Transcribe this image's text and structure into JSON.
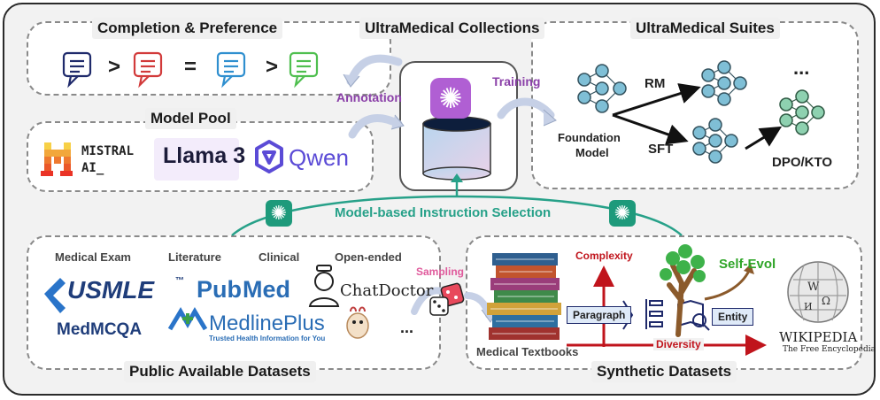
{
  "colors": {
    "purple": "#8a3fa8",
    "teal": "#27a189",
    "red": "#c0141c",
    "pink": "#e05a9c",
    "green": "#2fa528"
  },
  "top": {
    "completion_title": "Completion & Preference",
    "collections_title": "UltraMedical Collections",
    "suites_title": "UltraMedical Suites",
    "gt": ">",
    "eq": "=",
    "annotation": "Annotation",
    "training": "Training"
  },
  "model_pool": {
    "title": "Model Pool",
    "mistral_line1": "MISTRAL",
    "mistral_line2": "AI_",
    "llama": "Llama 3",
    "qwen": "Qwen"
  },
  "suites": {
    "rm": "RM",
    "ellipsis": "...",
    "foundation_line1": "Foundation",
    "foundation_line2": "Model",
    "sft": "SFT",
    "dpo": "DPO/KTO"
  },
  "selection": {
    "label": "Model-based Instruction Selection"
  },
  "public": {
    "title": "Public Available Datasets",
    "col_exam": "Medical Exam",
    "col_lit": "Literature",
    "col_clin": "Clinical",
    "col_open": "Open-ended",
    "usmle": "USMLE",
    "tm": "™",
    "pub": "Pub",
    "med": "Med",
    "chatdoctor": "ChatDoctor",
    "medmcqa": "MedMCQA",
    "medline": "MedlinePlus",
    "medline_tag": "Trusted Health Information for You",
    "ellipsis": "...",
    "sampling": "Sampling"
  },
  "synthetic": {
    "title": "Synthetic Datasets",
    "complexity": "Complexity",
    "diversity": "Diversity",
    "self_evol": "Self-Evol",
    "paragraph": "Paragraph",
    "entity": "Entity",
    "textbooks": "Medical Textbooks",
    "wikipedia": "WIKIPEDIA",
    "wiki_tag": "The Free Encyclopedia"
  }
}
